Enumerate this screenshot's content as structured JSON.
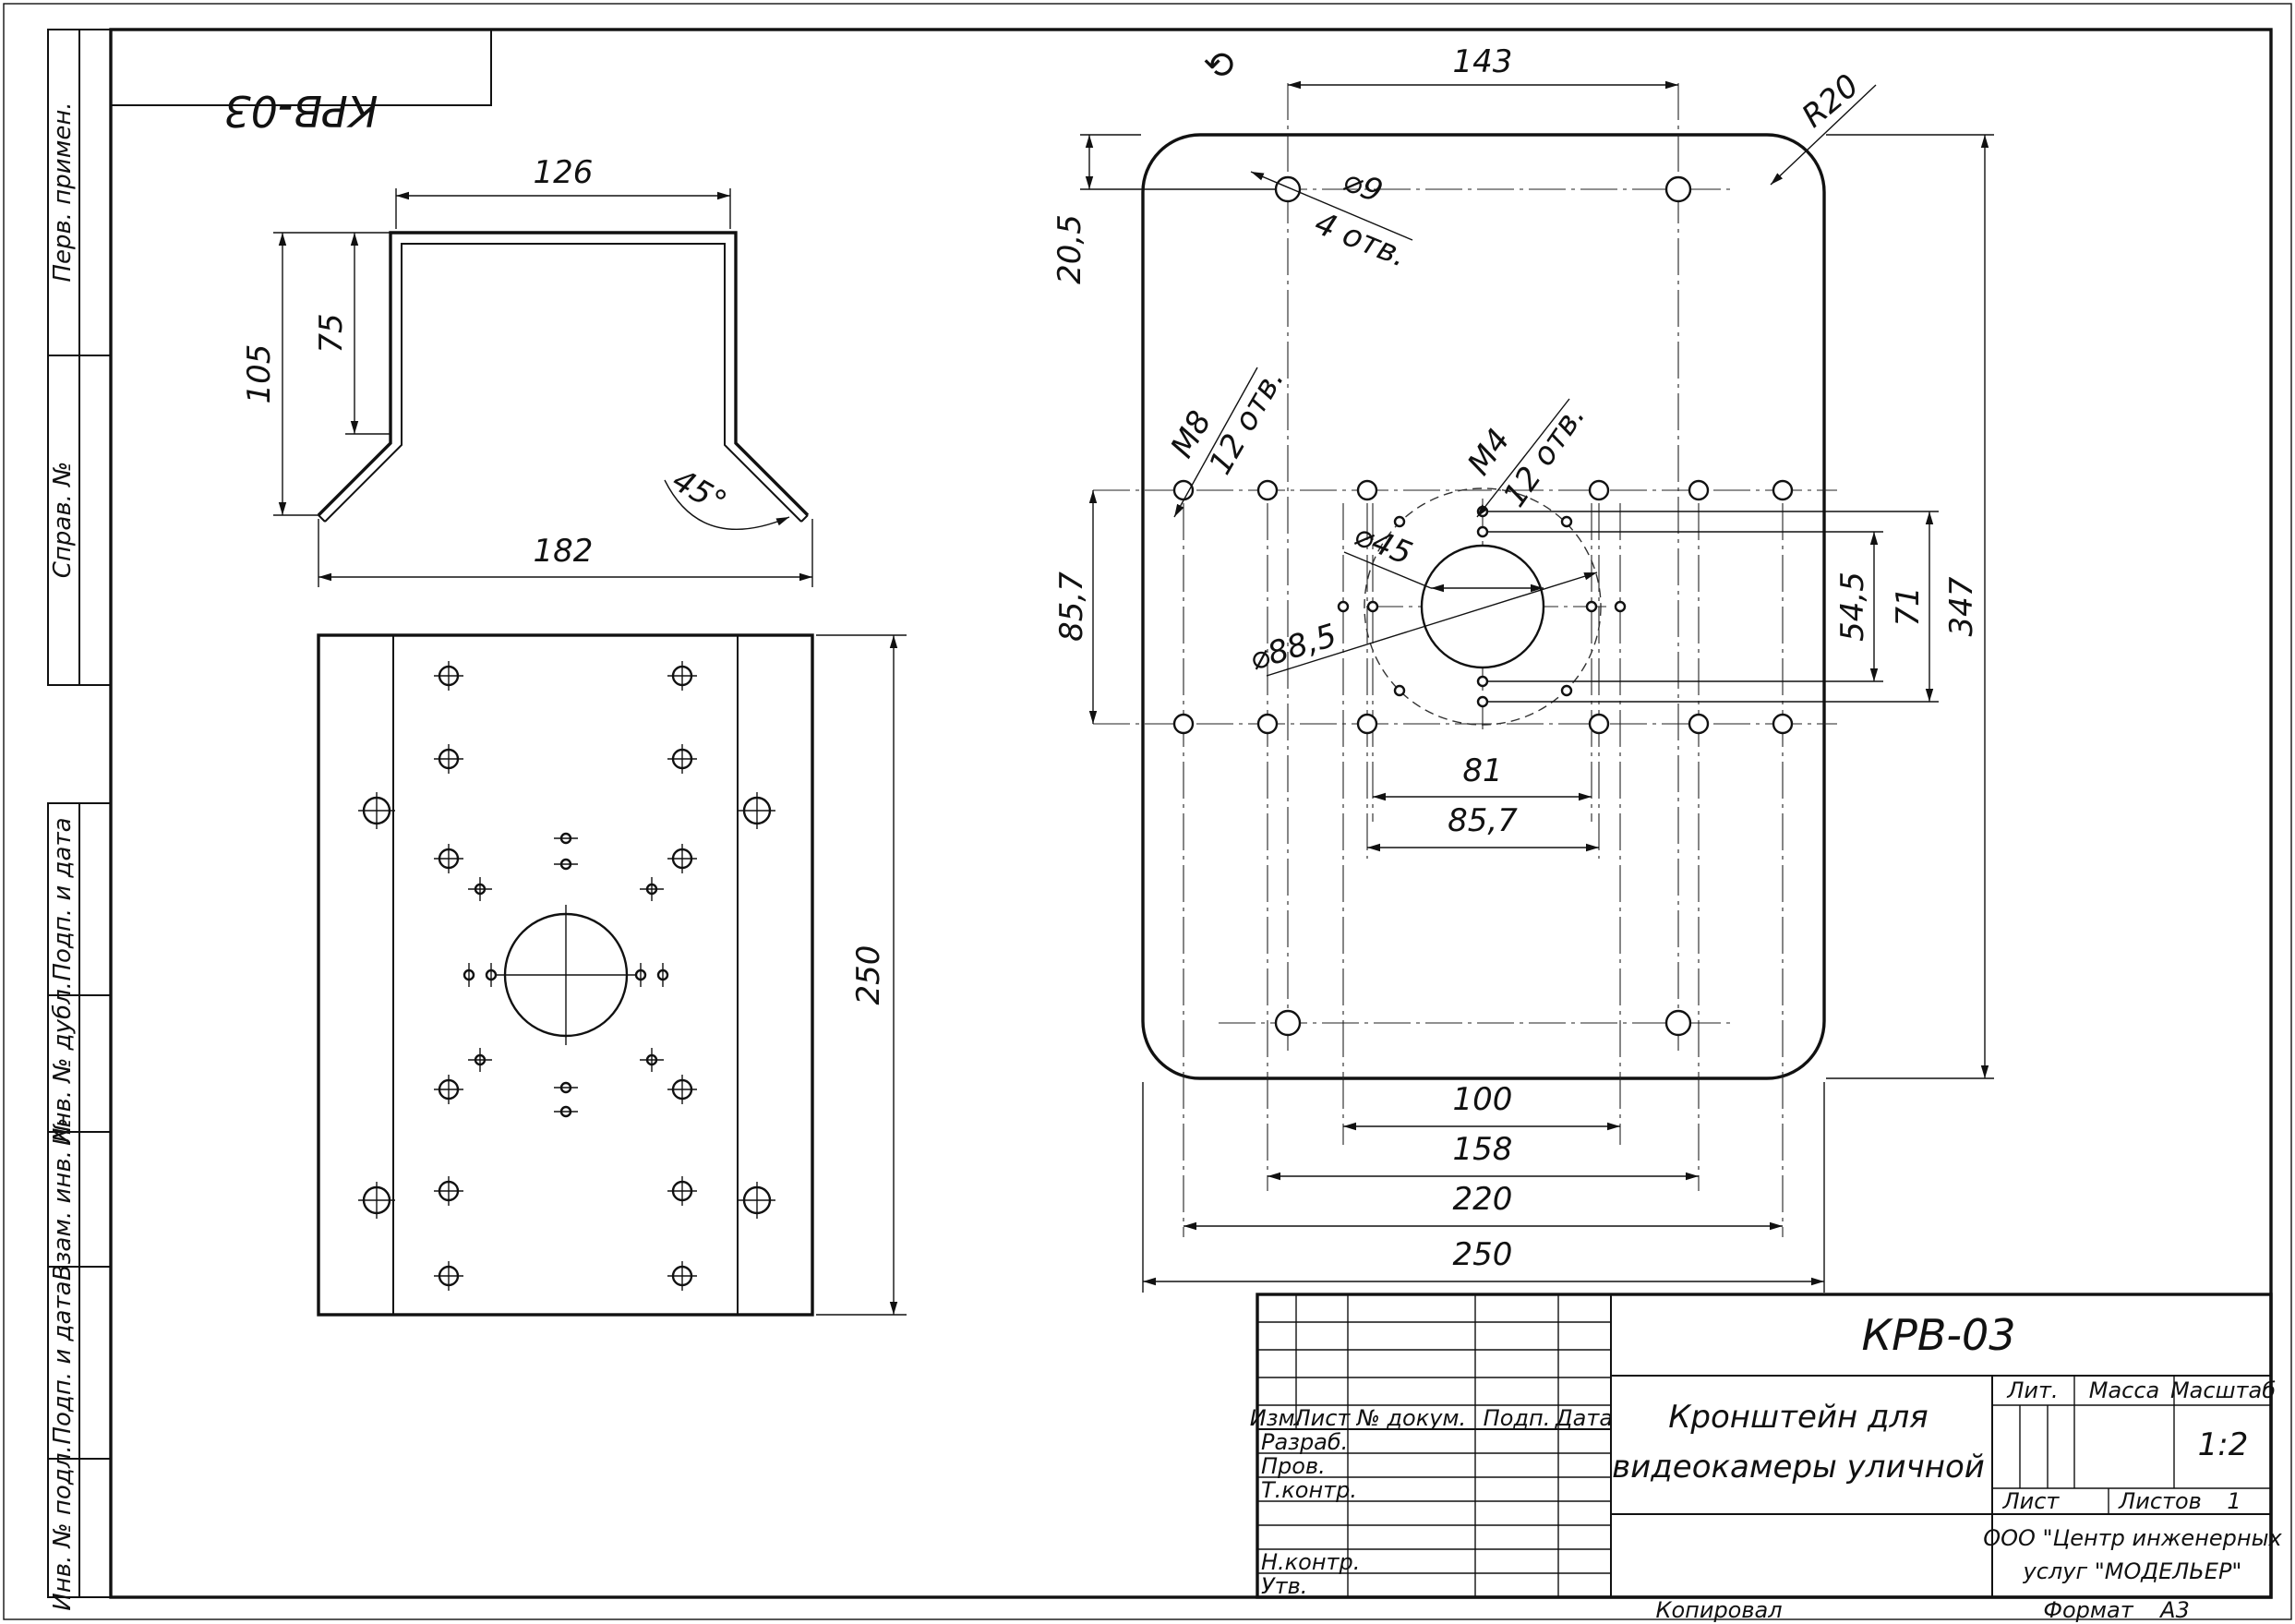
{
  "stamp": {
    "code_mirrored": "КРВ-03"
  },
  "side_column": {
    "perv_primen": "Перв. примен.",
    "sprav_no": "Справ. №",
    "podp_data_1": "Подп. и дата",
    "inv_dubl": "Инв. № дубл.",
    "vzam_inv": "Взам. инв. №",
    "podp_data_2": "Подп. и дата",
    "inv_podl": "Инв. № подл."
  },
  "profile_view": {
    "dim_width_top": "126",
    "dim_height_total": "105",
    "dim_height_inner": "75",
    "dim_angle": "45°",
    "dim_width_bottom": "182"
  },
  "top_view": {
    "dim_length": "250"
  },
  "plate_view": {
    "rotation_mark": "⟲",
    "dim_hole_spacing": "143",
    "dim_radius": "R20",
    "dim_hole_dia": "⌀9",
    "note_holes_4": "4 отв.",
    "dim_edge_offset": "20,5",
    "thread_m8": "M8",
    "note_holes_12a": "12 отв.",
    "thread_m4": "M4",
    "note_holes_12b": "12 отв.",
    "dim_center_dia": "⌀45",
    "dim_pcd": "⌀88,5",
    "dim_row_spacing": "85,7",
    "dim_54": "54,5",
    "dim_71": "71",
    "dim_347": "347",
    "dim_81": "81",
    "dim_85_7_h": "85,7",
    "dim_100": "100",
    "dim_158": "158",
    "dim_220": "220",
    "dim_250": "250"
  },
  "title_block": {
    "designation": "КРВ-03",
    "name_line1": "Кронштейн для",
    "name_line2": "видеокамеры уличной",
    "col_izm": "Изм.",
    "col_list": "Лист",
    "col_doc": "№ докум.",
    "col_podp": "Подп.",
    "col_date": "Дата",
    "row_razrab": "Разраб.",
    "row_prov": "Пров.",
    "row_tkontr": "Т.контр.",
    "row_nkontr": "Н.контр.",
    "row_utv": "Утв.",
    "lit": "Лит.",
    "massa": "Масса",
    "masshtab": "Масштаб",
    "scale": "1:2",
    "sheet_label": "Лист",
    "sheets_label": "Листов",
    "sheets_count": "1",
    "org_line1": "ООО \"Центр инженерных",
    "org_line2": "услуг \"МОДЕЛЬЕР\"",
    "copied": "Копировал",
    "format_label": "Формат",
    "format_value": "А3"
  }
}
